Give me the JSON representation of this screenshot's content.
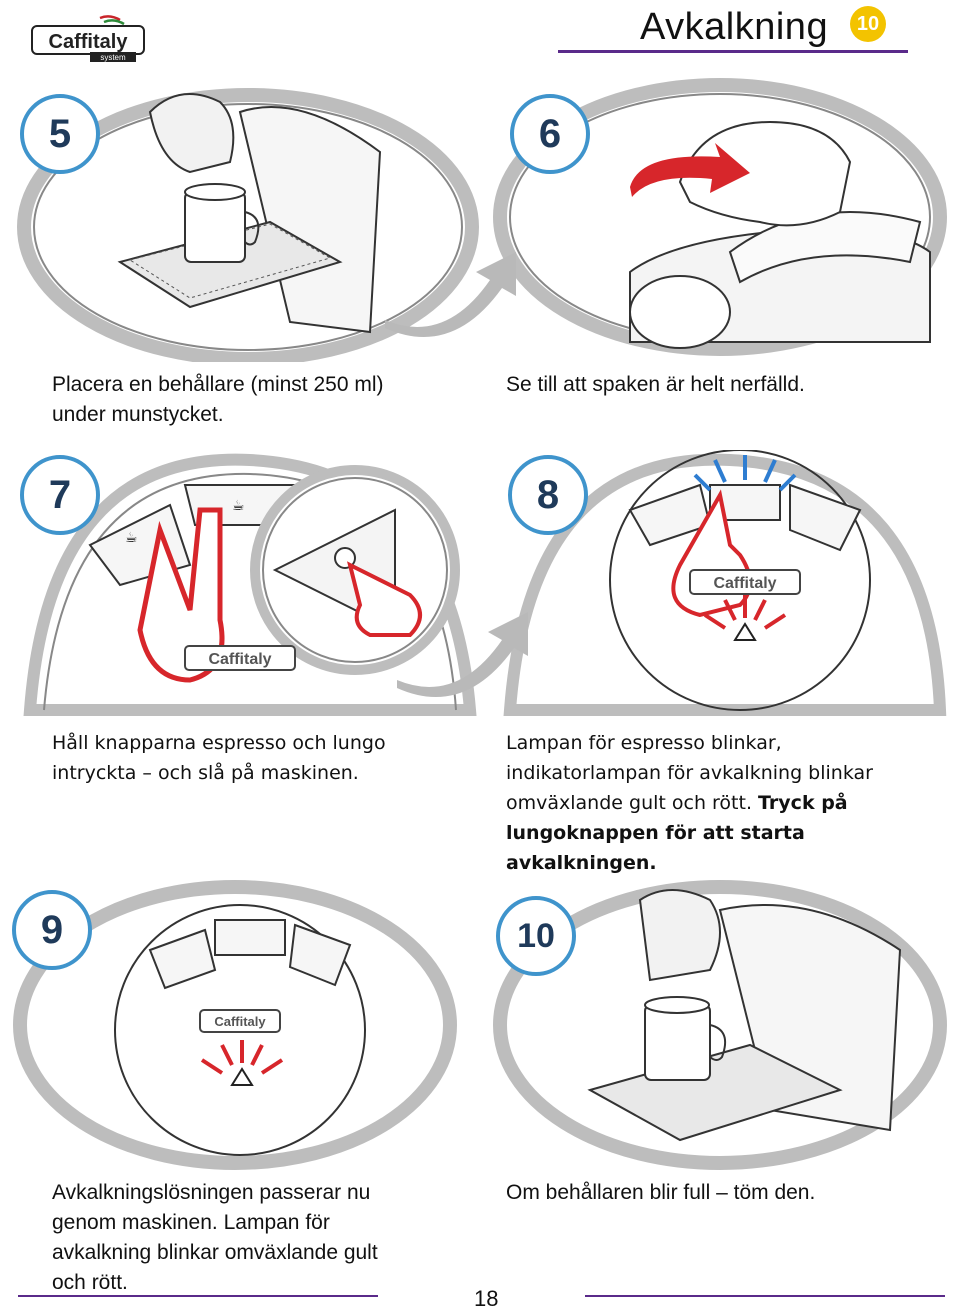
{
  "header": {
    "logo_text": "Caffitaly",
    "logo_sub": "system",
    "title": "Avkalkning",
    "chapter_number": "10"
  },
  "steps": [
    {
      "number": "5",
      "caption_lines": [
        "Placera en behållare (minst 250 ml)",
        "under munstycket."
      ]
    },
    {
      "number": "6",
      "caption_lines": [
        "Se till att spaken är helt nerfälld."
      ]
    },
    {
      "number": "7",
      "caption_lines": [
        "Håll knapparna espresso och lungo",
        "intryckta – och slå på maskinen."
      ]
    },
    {
      "number": "8",
      "caption_lines": [
        "Lampan för espresso blinkar,",
        "indikatorlampan för avkalkning blinkar",
        "omväxlande gult och rött."
      ],
      "caption_bold": [
        "Tryck på",
        "lungoknappen för att starta avkalkningen."
      ]
    },
    {
      "number": "9",
      "caption_lines": [
        "Avkalkningslösningen passerar nu",
        "genom maskinen. Lampan för",
        "avkalkning blinkar omväxlande gult",
        "och rött."
      ]
    },
    {
      "number": "10",
      "caption_lines": [
        "Om behållaren blir full – töm den."
      ]
    }
  ],
  "footer": {
    "page_number": "18"
  },
  "colors": {
    "accent_rule": "#5a2a8a",
    "step_circle": "#3f94cc",
    "highlight_red": "#d7262b",
    "highlight_blue": "#2e7dd1",
    "badge": "#f3c300"
  }
}
